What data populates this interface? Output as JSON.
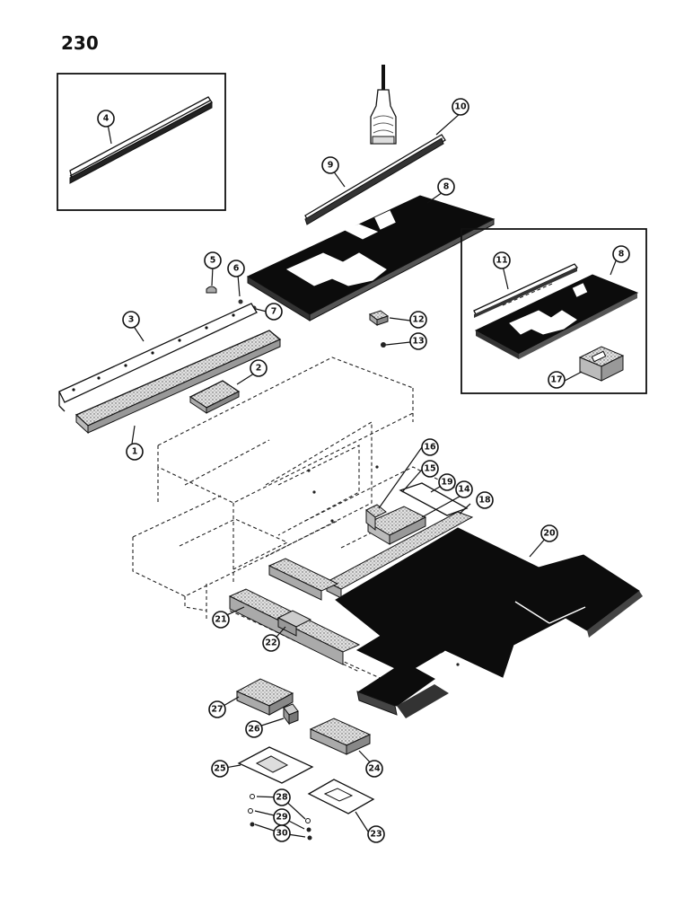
{
  "page_number": "230",
  "callouts": [
    "1",
    "2",
    "3",
    "4",
    "5",
    "6",
    "7",
    "8",
    "9",
    "10",
    "11",
    "8",
    "12",
    "13",
    "14",
    "15",
    "16",
    "17",
    "18",
    "19",
    "20",
    "21",
    "22",
    "23",
    "24",
    "25",
    "26",
    "27",
    "28",
    "29",
    "30"
  ]
}
